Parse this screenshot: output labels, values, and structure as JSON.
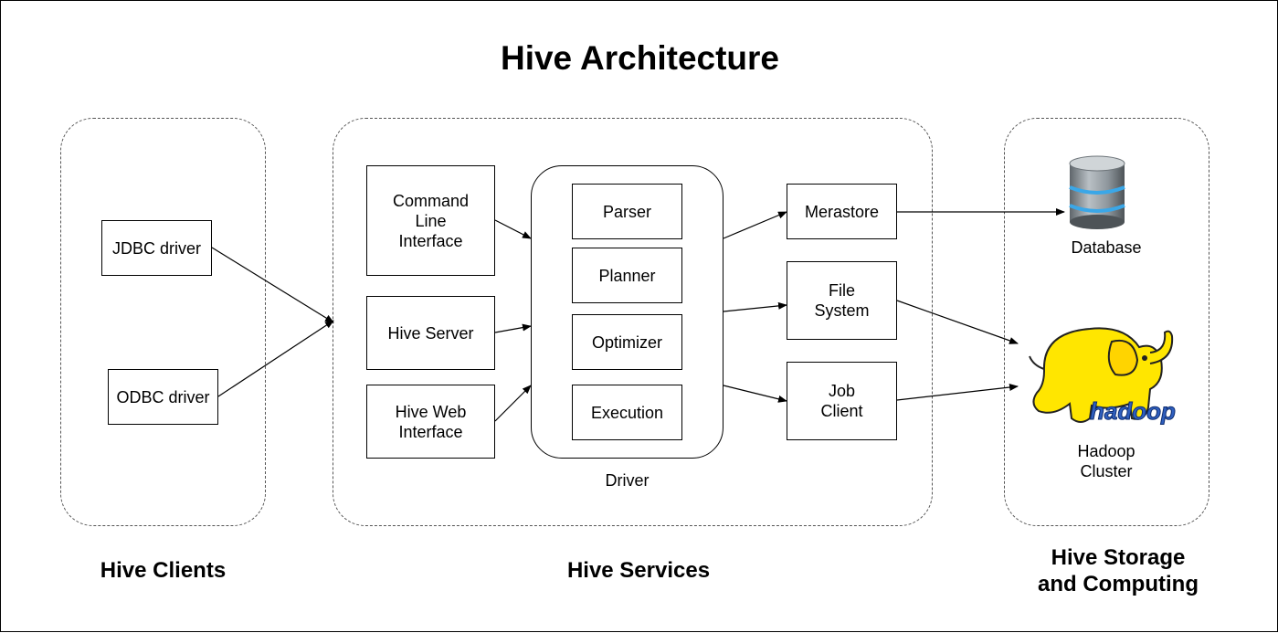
{
  "title": "Hive Architecture",
  "sections": {
    "clients": "Hive Clients",
    "services": "Hive Services",
    "storage": "Hive Storage\nand Computing"
  },
  "clients": {
    "jdbc": "JDBC driver",
    "odbc": "ODBC driver"
  },
  "services": {
    "cli": "Command\nLine\nInterface",
    "hive_server": "Hive Server",
    "web": "Hive Web\nInterface",
    "driver_label": "Driver",
    "driver_items": {
      "parser": "Parser",
      "planner": "Planner",
      "optimizer": "Optimizer",
      "execution": "Execution"
    },
    "metastore": "Merastore",
    "file_system": "File\nSystem",
    "job_client": "Job\nClient"
  },
  "storage": {
    "database": "Database",
    "hadoop_cluster": "Hadoop\nCluster",
    "hadoop_logo_text": "hadoop"
  },
  "colors": {
    "elephant": "#ffe600",
    "elephant_outline": "#222222",
    "hadoop_text": "#2f5fbf",
    "db_body": "#8e969c",
    "db_ring": "#3aa7e8"
  }
}
